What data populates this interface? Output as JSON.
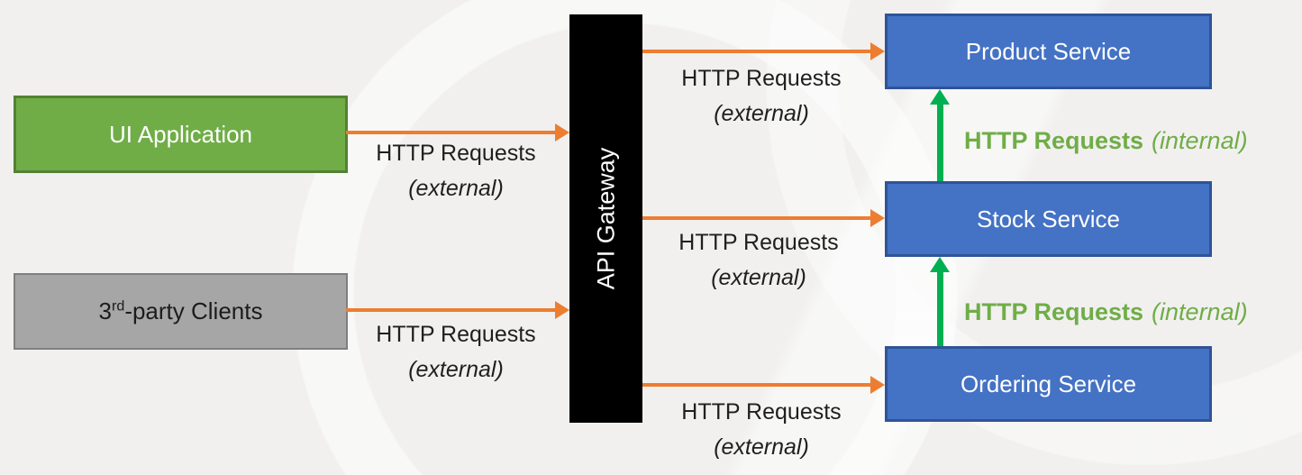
{
  "diagram": {
    "nodes": {
      "ui_application": {
        "label": "UI Application"
      },
      "third_party": {
        "label_prefix": "3",
        "label_sup": "rd",
        "label_suffix": "-party Clients"
      },
      "api_gateway": {
        "label": "API Gateway"
      },
      "product_service": {
        "label": "Product Service"
      },
      "stock_service": {
        "label": "Stock Service"
      },
      "ordering_service": {
        "label": "Ordering Service"
      }
    },
    "labels": {
      "external": {
        "line1": "HTTP Requests",
        "line2": "(external)"
      },
      "internal": {
        "bold": "HTTP Requests",
        "italic": "(internal)"
      }
    },
    "edges": [
      {
        "from": "UI Application",
        "to": "API Gateway",
        "type": "external"
      },
      {
        "from": "3rd-party Clients",
        "to": "API Gateway",
        "type": "external"
      },
      {
        "from": "API Gateway",
        "to": "Product Service",
        "type": "external"
      },
      {
        "from": "API Gateway",
        "to": "Stock Service",
        "type": "external"
      },
      {
        "from": "API Gateway",
        "to": "Ordering Service",
        "type": "external"
      },
      {
        "from": "Stock Service",
        "to": "Product Service",
        "type": "internal"
      },
      {
        "from": "Ordering Service",
        "to": "Stock Service",
        "type": "internal"
      }
    ],
    "colors": {
      "ui_application_fill": "#70AD47",
      "ui_application_border": "#538135",
      "third_party_fill": "#A6A6A6",
      "third_party_border": "#7F7F7F",
      "gateway_fill": "#000000",
      "service_fill": "#4472C4",
      "service_border": "#2F5496",
      "external_arrow": "#ED7D31",
      "internal_arrow": "#00B050",
      "internal_label_text": "#70AD47",
      "background": "#F1F0EF"
    }
  }
}
